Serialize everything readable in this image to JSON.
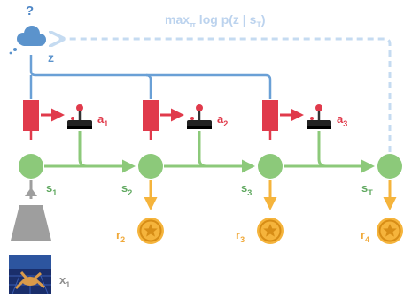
{
  "diagram": {
    "objective": {
      "prefix": "max",
      "sub": "π",
      "expr": " log p(z | s",
      "expr_sub": "T",
      "suffix": ")"
    },
    "question_mark": "?",
    "latent_label": "z",
    "states": [
      {
        "base": "s",
        "sub": "1"
      },
      {
        "base": "s",
        "sub": "2"
      },
      {
        "base": "s",
        "sub": "3"
      },
      {
        "base": "s",
        "sub": "T"
      }
    ],
    "actions": [
      {
        "base": "a",
        "sub": "1"
      },
      {
        "base": "a",
        "sub": "2"
      },
      {
        "base": "a",
        "sub": "3"
      }
    ],
    "rewards": [
      {
        "base": "r",
        "sub": "2"
      },
      {
        "base": "r",
        "sub": "3"
      },
      {
        "base": "r",
        "sub": "4"
      }
    ],
    "observation": {
      "base": "x",
      "sub": "1"
    },
    "colors": {
      "state": "#8cc97a",
      "state_stroke": "#73b562",
      "policy": "#e03a4b",
      "reward": "#f5b43c",
      "latent": "#6aa0d6",
      "objective": "#c5dbf1",
      "encoder": "#9e9e9e"
    },
    "icons": [
      "cloud-icon",
      "joystick-icon",
      "star-coin-icon",
      "robot-image"
    ]
  }
}
